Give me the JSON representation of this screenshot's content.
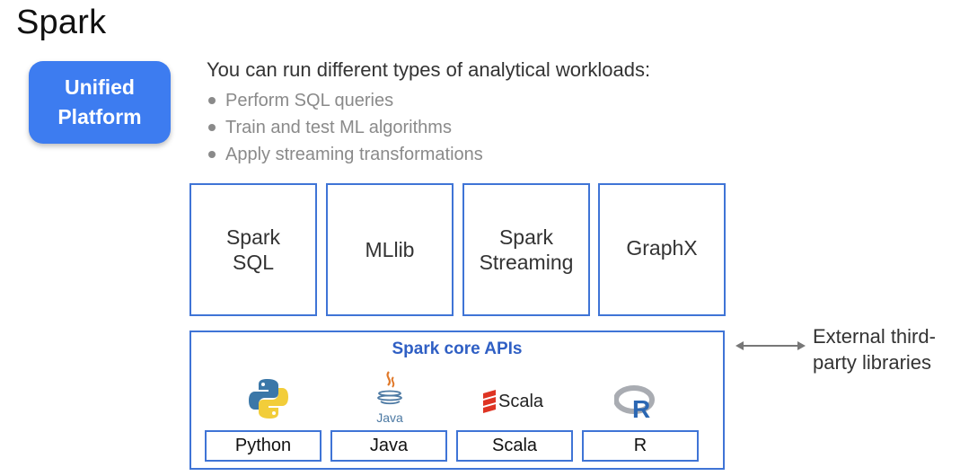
{
  "title": "Spark",
  "badge": {
    "line1": "Unified",
    "line2": "Platform"
  },
  "intro": "You can run different types of analytical workloads:",
  "bullets": [
    "Perform SQL queries",
    "Train and test ML algorithms",
    "Apply streaming transformations"
  ],
  "libraries": [
    {
      "line1": "Spark",
      "line2": "SQL"
    },
    {
      "line1": "MLlib",
      "line2": ""
    },
    {
      "line1": "Spark",
      "line2": "Streaming"
    },
    {
      "line1": "GraphX",
      "line2": ""
    }
  ],
  "core": {
    "title": "Spark core APIs",
    "languages": [
      "Python",
      "Java",
      "Scala",
      "R"
    ],
    "logos": {
      "java_text": "Java",
      "scala_text": "Scala",
      "r_text": "R"
    }
  },
  "external": {
    "line1": "External third-",
    "line2": "party libraries"
  },
  "colors": {
    "accent": "#3d7cf0",
    "border": "#3f74d6",
    "core_title": "#2f5fc4",
    "bullet_text": "#8a8a8a"
  },
  "icons": [
    "python-logo-icon",
    "java-logo-icon",
    "scala-logo-icon",
    "r-logo-icon",
    "double-arrow-icon"
  ]
}
